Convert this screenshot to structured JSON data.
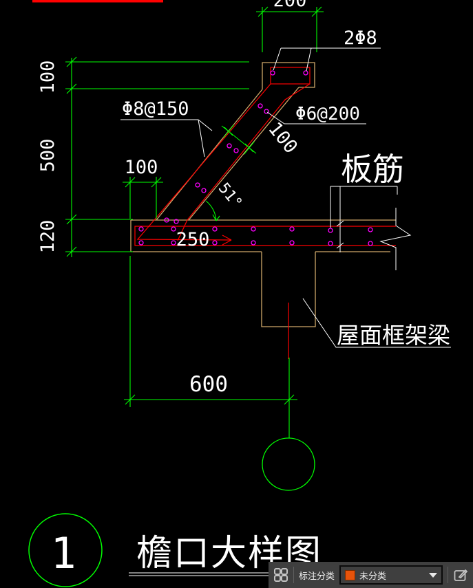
{
  "canvas": {
    "background": "#000000"
  },
  "palette": {
    "dimension_green": "#00ff00",
    "rebar_red": "#ff0000",
    "concrete_tan": "#cfa86a",
    "rebar_dot_magenta": "#ff00ff",
    "text_white": "#ffffff",
    "toolbar_bg": "#3f3f3f"
  },
  "drawing": {
    "dims": {
      "head_height": "100",
      "slope_height": "500",
      "slab_thickness": "120",
      "head_width": "200",
      "toe_offset": "100",
      "band_thickness": "100",
      "hook_length": "250",
      "beam_offset": "600",
      "angle": "51°"
    },
    "labels": {
      "top_bars": "2Φ8",
      "bent_bars": "Φ8@150",
      "stirrups": "Φ6@200",
      "slab_rebar": "板筋",
      "roof_beam": "屋面框架梁"
    },
    "title": {
      "number": "1",
      "text": "檐口大样图"
    }
  },
  "toolbar": {
    "category_label": "标注分类",
    "dropdown_value": "未分类",
    "swatch_color": "#e8530a"
  }
}
